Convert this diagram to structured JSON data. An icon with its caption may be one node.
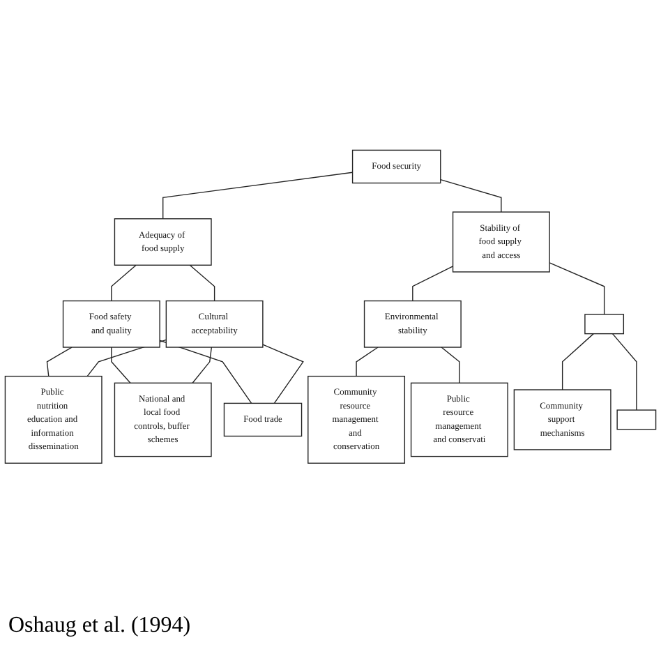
{
  "diagram": {
    "caption": "Oshaug et al. (1994)",
    "nodes": [
      {
        "text": [
          "Food security"
        ]
      },
      {
        "text": [
          "Adequacy of food supply"
        ]
      },
      {
        "text": [
          "Stability of food supply and access"
        ]
      },
      {
        "text": [
          "Food safety and quality"
        ]
      },
      {
        "text": [
          "Cultural acceptability"
        ]
      },
      {
        "text": [
          "Environmental stability"
        ]
      },
      {
        "text": [],
        "shape": "box"
      },
      {
        "text": [
          "Public nutrition education and information dissemination"
        ]
      },
      {
        "text": [
          "National and local food controls, buffer schemes"
        ]
      },
      {
        "text": [
          "Food trade"
        ]
      },
      {
        "text": [
          "Community resource management and conservation"
        ]
      },
      {
        "text": [
          "Public resource management and conservati"
        ]
      },
      {
        "text": [
          "Community support mechanisms"
        ]
      },
      {
        "text": [],
        "shape": "box"
      }
    ],
    "edges": [
      {
        "from": 0,
        "to": 1,
        "arrow": "none"
      },
      {
        "from": 0,
        "to": 2,
        "arrow": "none"
      },
      {
        "from": 1,
        "to": 3,
        "arrow": "none"
      },
      {
        "from": 1,
        "to": 4,
        "arrow": "none"
      },
      {
        "from": 2,
        "to": 5,
        "arrow": "none"
      },
      {
        "from": 2,
        "to": 6,
        "arrow": "none"
      },
      {
        "from": 3,
        "to": 7,
        "arrow": "none"
      },
      {
        "from": 3,
        "to": 8,
        "arrow": "none"
      },
      {
        "from": 3,
        "to": 9,
        "arrow": "none"
      },
      {
        "from": 4,
        "to": 7,
        "arrow": "none"
      },
      {
        "from": 4,
        "to": 8,
        "arrow": "none"
      },
      {
        "from": 4,
        "to": 9,
        "arrow": "none"
      },
      {
        "from": 5,
        "to": 10,
        "arrow": "none"
      },
      {
        "from": 5,
        "to": 11,
        "arrow": "none"
      },
      {
        "from": 6,
        "to": 12,
        "arrow": "none"
      },
      {
        "from": 6,
        "to": 13,
        "arrow": "none"
      }
    ]
  }
}
